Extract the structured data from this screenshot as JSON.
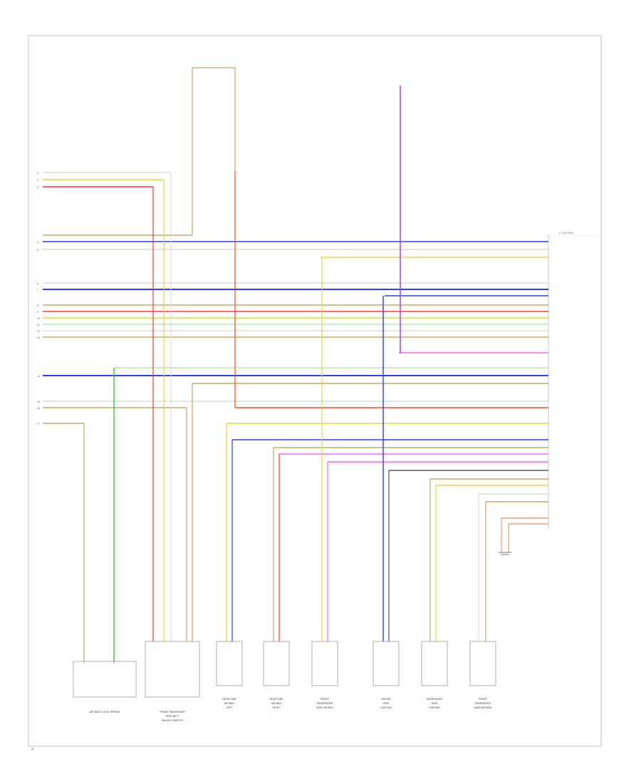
{
  "diagram": {
    "footer_code": "W"
  },
  "left_connector_labels": [
    "1",
    "2",
    "3",
    "4",
    "5",
    "6",
    "7",
    "8",
    "9",
    "10",
    "11",
    "12",
    "13",
    "14",
    "15",
    "16",
    "17"
  ],
  "wire_colors": {
    "violet": "#a44cff",
    "blue": "#2b3cff",
    "red": "#ff3535",
    "orange": "#e8501a",
    "green": "#3cc63c",
    "yellow": "#e8d640",
    "tan": "#c9a86a",
    "pink": "#ff66e6",
    "gray": "#9a9a9a",
    "black": "#333333"
  },
  "components": [
    {
      "id": "airbag-clockspring",
      "caption_lines": [
        "AIR BAG CLOCK SPRING"
      ]
    },
    {
      "id": "front-passenger-seat-belt",
      "caption_lines": [
        "FRONT PASSENGER",
        "SEAT BELT",
        "BUCKLE SWITCH"
      ]
    },
    {
      "id": "rear-side-left",
      "caption_lines": [
        "REAR SIDE",
        "AIR BAG",
        "LEFT"
      ]
    },
    {
      "id": "rear-side-right",
      "caption_lines": [
        "REAR SIDE",
        "AIR BAG",
        "RIGHT"
      ]
    },
    {
      "id": "front-passenger-side",
      "caption_lines": [
        "FRONT",
        "PASSENGER",
        "SIDE AIR BAG"
      ]
    },
    {
      "id": "driver-side-curtain",
      "caption_lines": [
        "DRIVER",
        "SIDE",
        "CURTAIN"
      ]
    },
    {
      "id": "passenger-curtain",
      "caption_lines": [
        "PASSENGER",
        "SIDE",
        "CURTAIN"
      ]
    },
    {
      "id": "front-passenger-knee",
      "caption_lines": [
        "FRONT",
        "PASSENGER",
        "KNEE AIR BAG"
      ]
    }
  ]
}
